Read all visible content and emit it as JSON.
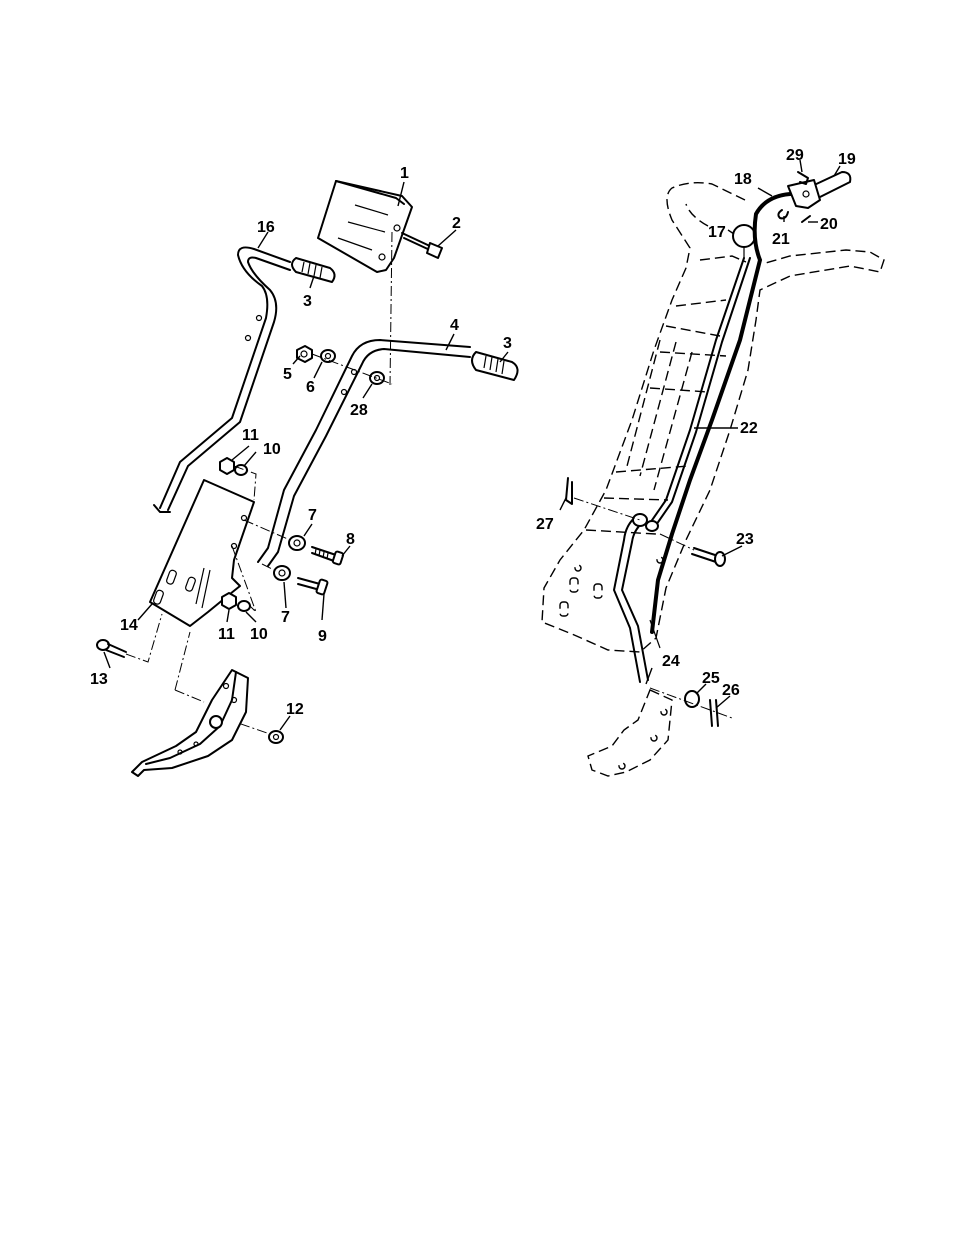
{
  "callouts": [
    {
      "id": "c1",
      "text": "1"
    },
    {
      "id": "c2",
      "text": "2"
    },
    {
      "id": "c3a",
      "text": "3"
    },
    {
      "id": "c3b",
      "text": "3"
    },
    {
      "id": "c4",
      "text": "4"
    },
    {
      "id": "c5",
      "text": "5"
    },
    {
      "id": "c6",
      "text": "6"
    },
    {
      "id": "c7a",
      "text": "7"
    },
    {
      "id": "c7b",
      "text": "7"
    },
    {
      "id": "c8",
      "text": "8"
    },
    {
      "id": "c9",
      "text": "9"
    },
    {
      "id": "c10a",
      "text": "10"
    },
    {
      "id": "c10b",
      "text": "10"
    },
    {
      "id": "c11a",
      "text": "11"
    },
    {
      "id": "c11b",
      "text": "11"
    },
    {
      "id": "c12",
      "text": "12"
    },
    {
      "id": "c13",
      "text": "13"
    },
    {
      "id": "c14",
      "text": "14"
    },
    {
      "id": "c16",
      "text": "16"
    },
    {
      "id": "c17",
      "text": "17"
    },
    {
      "id": "c18",
      "text": "18"
    },
    {
      "id": "c19",
      "text": "19"
    },
    {
      "id": "c20",
      "text": "20"
    },
    {
      "id": "c21",
      "text": "21"
    },
    {
      "id": "c22",
      "text": "22"
    },
    {
      "id": "c23",
      "text": "23"
    },
    {
      "id": "c24",
      "text": "24"
    },
    {
      "id": "c25",
      "text": "25"
    },
    {
      "id": "c26",
      "text": "26"
    },
    {
      "id": "c27",
      "text": "27"
    },
    {
      "id": "c28",
      "text": "28"
    },
    {
      "id": "c29",
      "text": "29"
    }
  ]
}
